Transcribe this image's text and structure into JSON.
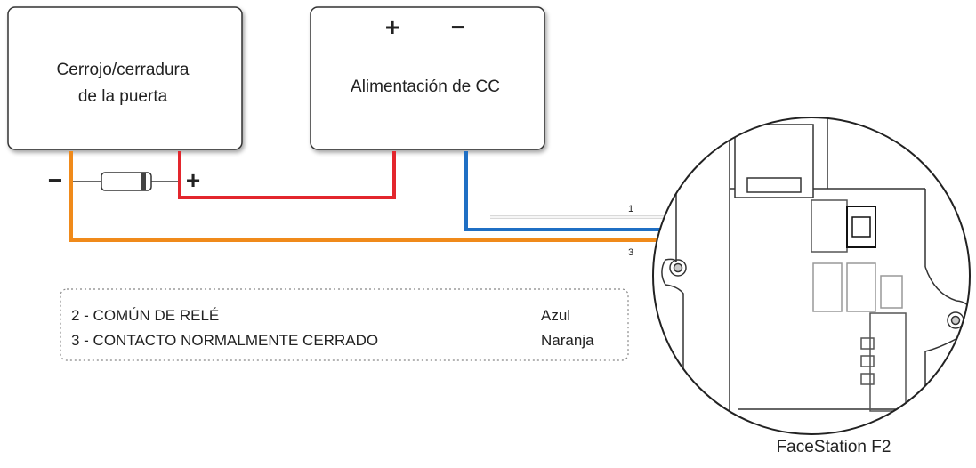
{
  "lock_box": {
    "line1": "Cerrojo/cerradura",
    "line2": "de la puerta"
  },
  "power_box": {
    "label": "Alimentación de CC",
    "plus": "+",
    "minus": "−"
  },
  "lock_terminals": {
    "minus": "−",
    "plus": "+"
  },
  "wires": [
    {
      "pin": "1",
      "color": "#d9d9d9"
    },
    {
      "pin": "2",
      "color": "#1f6fc4"
    },
    {
      "pin": "3",
      "color": "#f08a1a"
    }
  ],
  "red_wire_color": "#e3262d",
  "legend": {
    "rows": [
      {
        "text": "2 -  COMÚN DE RELÉ",
        "color": "Azul"
      },
      {
        "text": "3 -  CONTACTO NORMALMENTE CERRADO",
        "color": "Naranja"
      }
    ]
  },
  "device": {
    "name": "FaceStation F2"
  }
}
